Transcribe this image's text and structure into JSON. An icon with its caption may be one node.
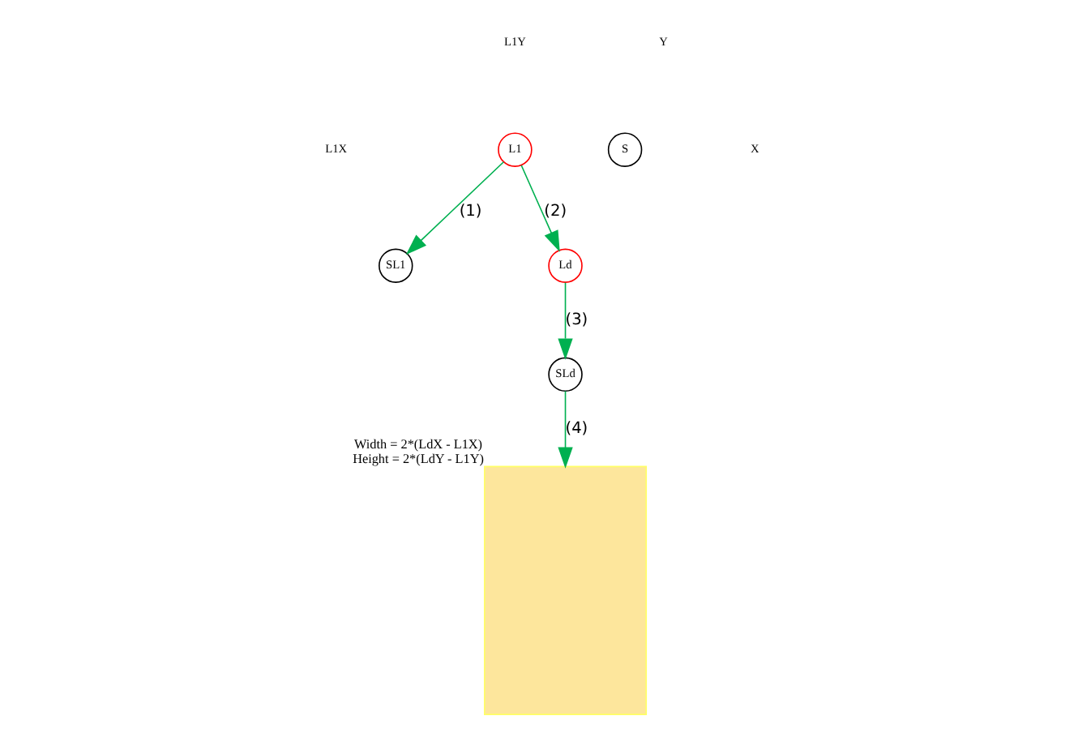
{
  "diagram": {
    "nodes": [
      {
        "text": [
          "L1"
        ]
      },
      {
        "text": [
          "SL1"
        ]
      },
      {
        "text": [
          "S"
        ]
      },
      {
        "text": [
          "Ld"
        ]
      },
      {
        "text": [
          "SLd"
        ]
      },
      {
        "text": [],
        "shape": "box",
        "beside": [
          "Width = 2*(LdX - L1X)",
          "Height = 2*(LdY - L1Y)"
        ]
      }
    ],
    "edges": [
      {
        "from": 0,
        "to": 1,
        "arrow": "to",
        "label": "(1)"
      },
      {
        "from": 0,
        "to": 3,
        "arrow": "to",
        "label": "(2)"
      },
      {
        "from": 3,
        "to": 4,
        "arrow": "to",
        "label": "(3)"
      },
      {
        "from": 4,
        "to": 5,
        "arrow": "to",
        "label": "(4)"
      }
    ],
    "labels": [
      "L1Y",
      "Y",
      "L1X",
      "X"
    ]
  }
}
